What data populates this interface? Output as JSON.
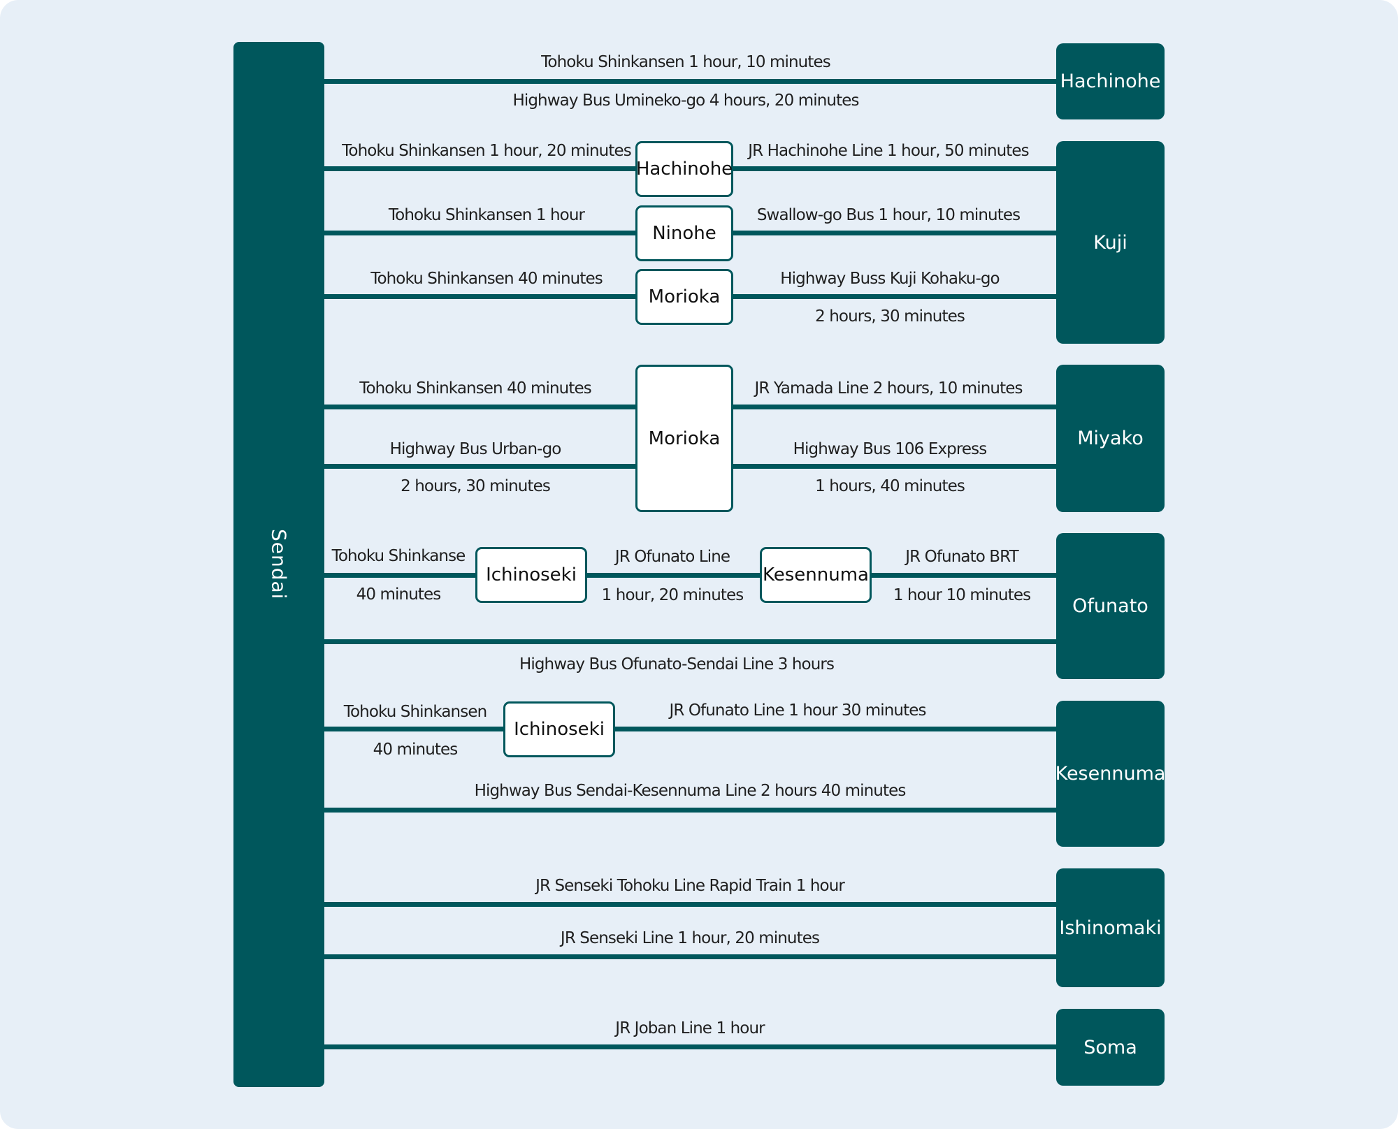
{
  "origin": "Sendai",
  "destinations": {
    "hachinohe": "Hachinohe",
    "kuji": "Kuji",
    "miyako": "Miyako",
    "ofunato": "Ofunato",
    "kesennuma": "Kesennuma",
    "ishinomaki": "Ishinomaki",
    "soma": "Soma"
  },
  "transfers": {
    "hachinohe": "Hachinohe",
    "ninohe": "Ninohe",
    "morioka_kuji": "Morioka",
    "morioka_miyako": "Morioka",
    "ichinoseki_ofunato": "Ichinoseki",
    "kesennuma_ofunato": "Kesennuma",
    "ichinoseki_kesennuma": "Ichinoseki"
  },
  "routes": {
    "hachinohe_shinkansen": "Tohoku Shinkansen 1 hour, 10 minutes",
    "hachinohe_bus": "Highway Bus Umineko-go 4 hours, 20 minutes",
    "kuji_via_hachinohe_a": "Tohoku Shinkansen 1 hour, 20 minutes",
    "kuji_via_hachinohe_b": "JR Hachinohe Line 1 hour, 50 minutes",
    "kuji_via_ninohe_a": "Tohoku Shinkansen 1 hour",
    "kuji_via_ninohe_b": "Swallow-go Bus 1 hour, 10 minutes",
    "kuji_via_morioka_a": "Tohoku Shinkansen 40 minutes",
    "kuji_via_morioka_b1": "Highway Buss Kuji Kohaku-go",
    "kuji_via_morioka_b2": "2 hours, 30 minutes",
    "miyako_shinkansen_a": "Tohoku Shinkansen 40 minutes",
    "miyako_shinkansen_b": "JR Yamada Line 2 hours, 10 minutes",
    "miyako_bus_a1": "Highway Bus Urban-go",
    "miyako_bus_a2": "2 hours, 30 minutes",
    "miyako_bus_b1": "Highway Bus 106 Express",
    "miyako_bus_b2": "1 hours, 40 minutes",
    "ofunato_rail_a1": "Tohoku Shinkanse",
    "ofunato_rail_a2": "40 minutes",
    "ofunato_rail_b1": "JR Ofunato Line",
    "ofunato_rail_b2": "1 hour, 20 minutes",
    "ofunato_rail_c1": "JR Ofunato BRT",
    "ofunato_rail_c2": "1 hour 10 minutes",
    "ofunato_bus": "Highway Bus Ofunato-Sendai Line 3 hours",
    "kesennuma_rail_a1": "Tohoku Shinkansen",
    "kesennuma_rail_a2": "40 minutes",
    "kesennuma_rail_b": "JR Ofunato Line 1 hour 30 minutes",
    "kesennuma_bus": "Highway Bus Sendai-Kesennuma Line 2 hours 40 minutes",
    "ishinomaki_rapid": "JR Senseki Tohoku Line Rapid Train 1 hour",
    "ishinomaki_local": "JR Senseki Line 1 hour, 20 minutes",
    "soma_joban": "JR Joban Line 1 hour"
  },
  "colors": {
    "primary": "#00575c",
    "background": "#e7eff7",
    "transfer_fill": "#ffffff",
    "label_text": "#1f1f1f"
  }
}
